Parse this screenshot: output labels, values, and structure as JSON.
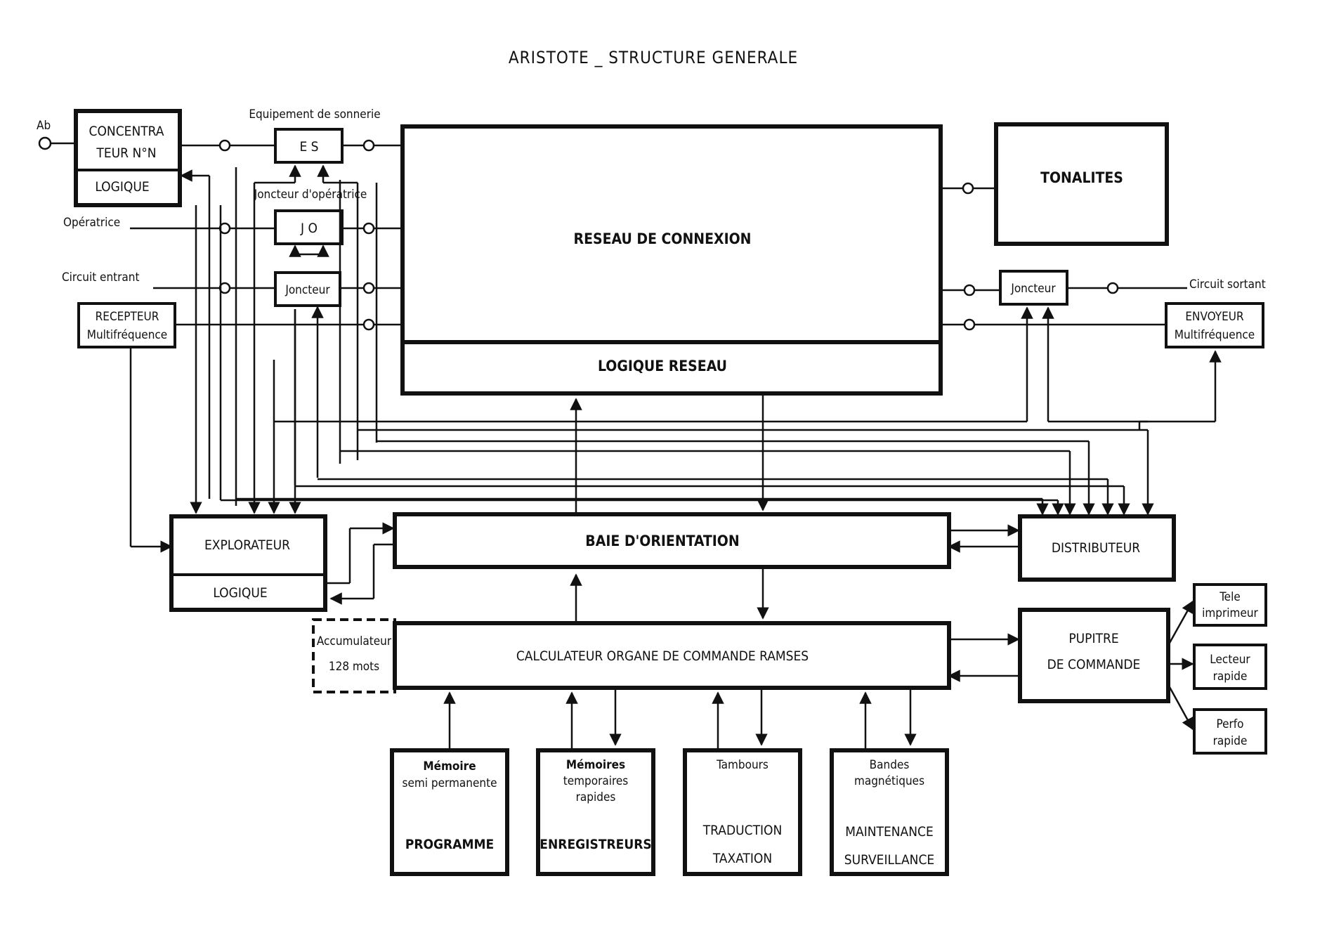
{
  "title": "ARISTOTE _ STRUCTURE GENERALE",
  "inputs": {
    "ab": "Ab",
    "operatrice": "Opératrice",
    "circuit_entrant": "Circuit entrant",
    "circuit_sortant": "Circuit sortant"
  },
  "concentrateur": {
    "line1": "CONCENTRA",
    "line2": "TEUR  N°N",
    "logic": "LOGIQUE"
  },
  "recepteur": {
    "line1": "RECEPTEUR",
    "line2": "Multifréquence"
  },
  "es": {
    "caption": "Equipement de sonnerie",
    "label": "E S"
  },
  "jo": {
    "caption": "Joncteur d'opératrice",
    "label": "J O"
  },
  "joncteur_in": {
    "label": "Joncteur"
  },
  "reseau": {
    "label": "RESEAU DE CONNEXION",
    "logic": "LOGIQUE RESEAU"
  },
  "tonalites": {
    "label": "TONALITES"
  },
  "joncteur_out": {
    "label": "Joncteur"
  },
  "envoyeur": {
    "line1": "ENVOYEUR",
    "line2": "Multifréquence"
  },
  "explorateur": {
    "label": "EXPLORATEUR",
    "logic": "LOGIQUE"
  },
  "baie": {
    "label": "BAIE  D'ORIENTATION"
  },
  "distributeur": {
    "label": "DISTRIBUTEUR"
  },
  "accumulateur": {
    "line1": "Accumulateur",
    "line2": "128 mots"
  },
  "calculateur": {
    "label": "CALCULATEUR  ORGANE  DE  COMMANDE  RAMSES"
  },
  "pupitre": {
    "line1": "PUPITRE",
    "line2": "DE  COMMANDE"
  },
  "peripherals": {
    "tele": {
      "line1": "Tele",
      "line2": "imprimeur"
    },
    "lecteur": {
      "line1": "Lecteur",
      "line2": "rapide"
    },
    "perfo": {
      "line1": "Perfo",
      "line2": "rapide"
    }
  },
  "memories": {
    "semi": {
      "line1": "Mémoire",
      "line2": "semi permanente",
      "role": "PROGRAMME"
    },
    "temp": {
      "line1": "Mémoires",
      "line2": "temporaires",
      "line3": "rapides",
      "role": "ENREGISTREURS"
    },
    "tambours": {
      "line1": "Tambours",
      "role1": "TRADUCTION",
      "role2": "TAXATION"
    },
    "bandes": {
      "line1": "Bandes",
      "line2": "magnétiques",
      "role1": "MAINTENANCE",
      "role2": "SURVEILLANCE"
    }
  }
}
